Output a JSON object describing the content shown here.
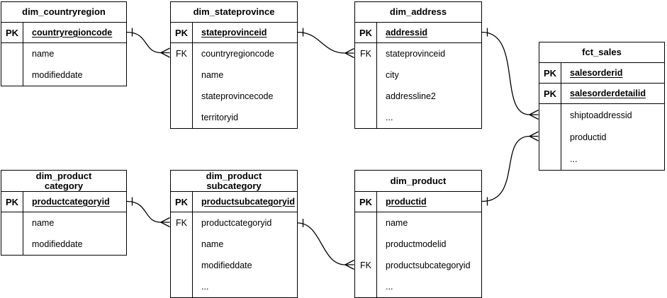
{
  "diagram": {
    "kind": "entity-relationship-schema",
    "background_color": "#ffffff",
    "line_color": "#000000",
    "text_color": "#000000"
  },
  "tables": [
    {
      "id": "dim_countryregion",
      "title": "dim_countryregion",
      "rows": [
        {
          "key": "PK",
          "name": "countryregioncode"
        },
        {
          "key": "",
          "name": "name"
        },
        {
          "key": "",
          "name": "modifieddate"
        }
      ]
    },
    {
      "id": "dim_stateprovince",
      "title": "dim_stateprovince",
      "rows": [
        {
          "key": "PK",
          "name": "stateprovinceid"
        },
        {
          "key": "FK",
          "name": "countryregioncode"
        },
        {
          "key": "",
          "name": "name"
        },
        {
          "key": "",
          "name": "stateprovincecode"
        },
        {
          "key": "",
          "name": "territoryid"
        }
      ]
    },
    {
      "id": "dim_address",
      "title": "dim_address",
      "rows": [
        {
          "key": "PK",
          "name": "addressid"
        },
        {
          "key": "FK",
          "name": "stateprovinceid"
        },
        {
          "key": "",
          "name": "city"
        },
        {
          "key": "",
          "name": "addressline2"
        },
        {
          "key": "",
          "name": "..."
        }
      ]
    },
    {
      "id": "fct_sales",
      "title": "fct_sales",
      "rows": [
        {
          "key": "PK",
          "name": "salesorderid"
        },
        {
          "key": "PK",
          "name": "salesorderdetailid"
        },
        {
          "key": "",
          "name": "shiptoaddressid"
        },
        {
          "key": "",
          "name": "productid"
        },
        {
          "key": "",
          "name": "..."
        }
      ]
    },
    {
      "id": "dim_productcategory",
      "title": "dim_product\ncategory",
      "rows": [
        {
          "key": "PK",
          "name": "productcategoryid"
        },
        {
          "key": "",
          "name": "name"
        },
        {
          "key": "",
          "name": "modifieddate"
        }
      ]
    },
    {
      "id": "dim_productsubcategory",
      "title": "dim_product\nsubcategory",
      "rows": [
        {
          "key": "PK",
          "name": "productsubcategoryid"
        },
        {
          "key": "FK",
          "name": "productcategoryid"
        },
        {
          "key": "",
          "name": "name"
        },
        {
          "key": "",
          "name": "modifieddate"
        },
        {
          "key": "",
          "name": "..."
        }
      ]
    },
    {
      "id": "dim_product",
      "title": "dim_product",
      "rows": [
        {
          "key": "PK",
          "name": "productid"
        },
        {
          "key": "",
          "name": "name"
        },
        {
          "key": "",
          "name": "productmodelid"
        },
        {
          "key": "FK",
          "name": "productsubcategoryid"
        },
        {
          "key": "",
          "name": "..."
        }
      ]
    }
  ],
  "relationships": [
    {
      "from_table": "dim_countryregion",
      "from_field": "countryregioncode",
      "to_table": "dim_stateprovince",
      "to_field": "countryregioncode",
      "cardinality": "one-to-many"
    },
    {
      "from_table": "dim_stateprovince",
      "from_field": "stateprovinceid",
      "to_table": "dim_address",
      "to_field": "stateprovinceid",
      "cardinality": "one-to-many"
    },
    {
      "from_table": "dim_address",
      "from_field": "addressid",
      "to_table": "fct_sales",
      "to_field": "shiptoaddressid",
      "cardinality": "one-to-many"
    },
    {
      "from_table": "dim_product",
      "from_field": "productid",
      "to_table": "fct_sales",
      "to_field": "productid",
      "cardinality": "one-to-many"
    },
    {
      "from_table": "dim_productcategory",
      "from_field": "productcategoryid",
      "to_table": "dim_productsubcategory",
      "to_field": "productcategoryid",
      "cardinality": "one-to-many"
    },
    {
      "from_table": "dim_productsubcategory",
      "from_field": "productsubcategoryid",
      "to_table": "dim_product",
      "to_field": "productsubcategoryid",
      "cardinality": "one-to-many"
    }
  ]
}
